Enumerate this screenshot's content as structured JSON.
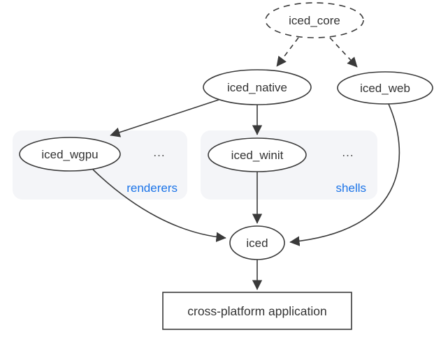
{
  "colors": {
    "stroke": "#3a3a3a",
    "text": "#333333",
    "accent_blue": "#1a73e8",
    "group_bg": "#f4f5f8",
    "node_fill": "#ffffff",
    "canvas_bg": "#ffffff"
  },
  "nodes": {
    "iced_core": {
      "label": "iced_core",
      "shape": "dashed-ellipse"
    },
    "iced_native": {
      "label": "iced_native",
      "shape": "ellipse"
    },
    "iced_web": {
      "label": "iced_web",
      "shape": "ellipse"
    },
    "iced_wgpu": {
      "label": "iced_wgpu",
      "shape": "ellipse"
    },
    "iced_winit": {
      "label": "iced_winit",
      "shape": "ellipse"
    },
    "iced": {
      "label": "iced",
      "shape": "ellipse"
    },
    "app": {
      "label": "cross-platform application",
      "shape": "rectangle"
    }
  },
  "groups": {
    "renderers": {
      "label": "renderers",
      "ellipsis": "..."
    },
    "shells": {
      "label": "shells",
      "ellipsis": "..."
    }
  },
  "edges": [
    {
      "from": "iced_core",
      "to": "iced_native",
      "style": "dashed"
    },
    {
      "from": "iced_core",
      "to": "iced_web",
      "style": "dashed"
    },
    {
      "from": "iced_native",
      "to": "iced_wgpu",
      "style": "solid"
    },
    {
      "from": "iced_native",
      "to": "iced_winit",
      "style": "solid"
    },
    {
      "from": "iced_wgpu",
      "to": "iced",
      "style": "solid"
    },
    {
      "from": "iced_winit",
      "to": "iced",
      "style": "solid"
    },
    {
      "from": "iced_web",
      "to": "iced",
      "style": "solid"
    },
    {
      "from": "iced",
      "to": "app",
      "style": "solid"
    }
  ]
}
